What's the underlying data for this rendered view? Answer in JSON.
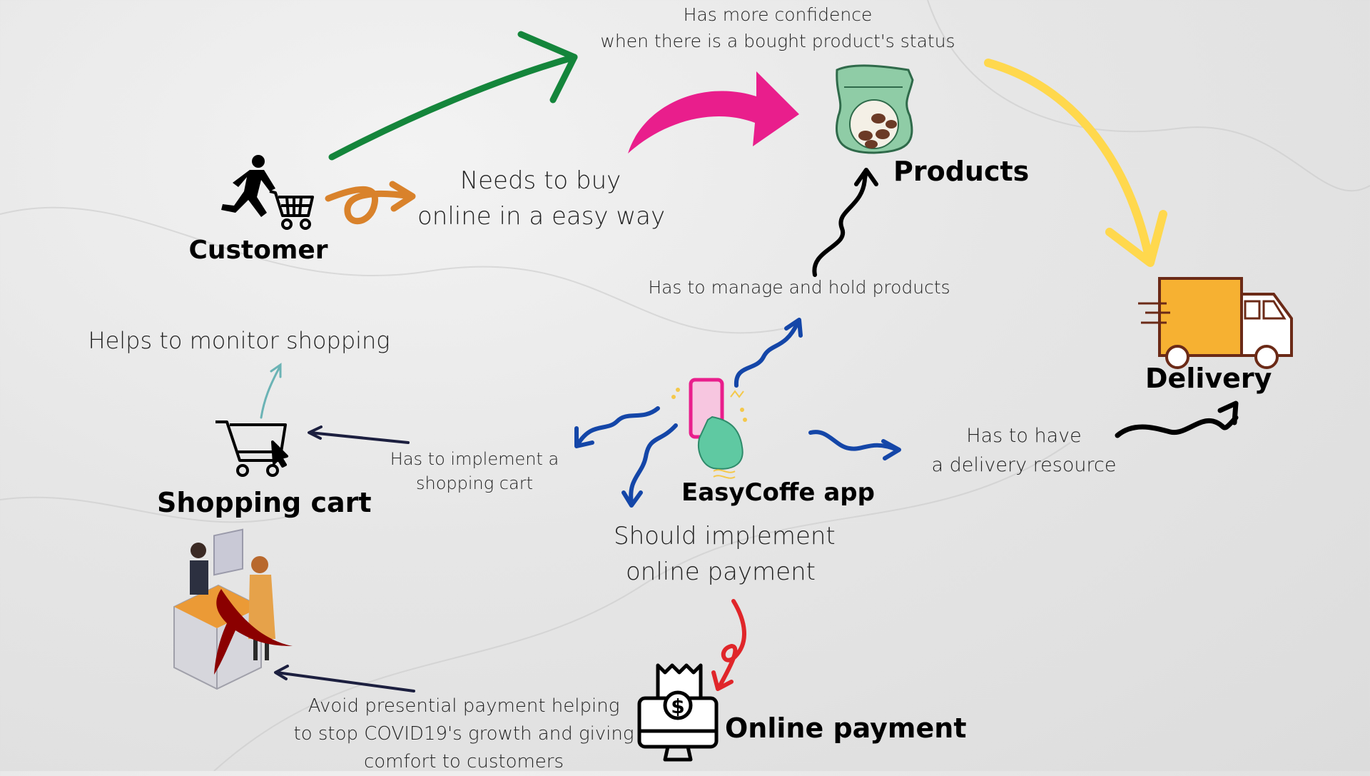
{
  "nodes": {
    "customer": "Customer",
    "products": "Products",
    "delivery": "Delivery",
    "shopping_cart": "Shopping cart",
    "easycoffe_app": "EasyCoffe app",
    "online_payment": "Online payment"
  },
  "notes": {
    "confidence_line1": "Has more confidence",
    "confidence_line2": "when there is a bought product's status",
    "needs_line1": "Needs to buy",
    "needs_line2": "online in a easy way",
    "manage_products": "Has to manage and hold products",
    "monitor_shopping": "Helps to monitor shopping",
    "implement_cart_line1": "Has to implement a",
    "implement_cart_line2": "shopping cart",
    "delivery_resource_line1": "Has to have",
    "delivery_resource_line2": "a delivery resource",
    "payment_line1": "Should implement",
    "payment_line2": "online payment",
    "avoid_line1": "Avoid presential payment helping",
    "avoid_line2": "to stop COVID19's growth and giving",
    "avoid_line3": "comfort to customers"
  },
  "colors": {
    "green_arrow": "#14853b",
    "pink_arrow": "#e91e8c",
    "orange_arrow": "#d9822b",
    "yellow_arrow": "#ffd84d",
    "blue_arrow": "#1446a8",
    "red_arrow": "#e0262a",
    "truck": "#f6b132"
  }
}
